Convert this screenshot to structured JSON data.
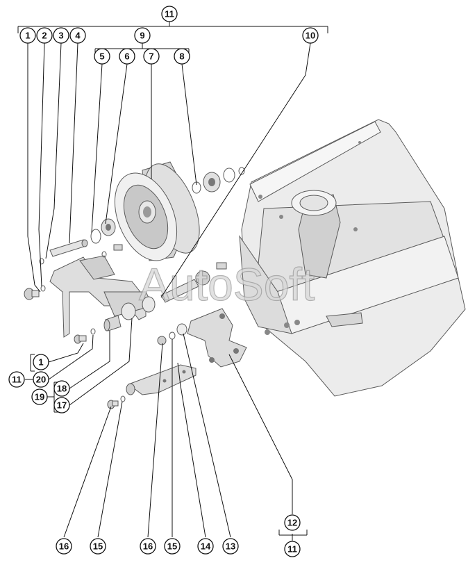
{
  "watermark": "AutoSoft",
  "callouts": {
    "c11_top": "11",
    "c1_top": "1",
    "c2": "2",
    "c3": "3",
    "c4": "4",
    "c9": "9",
    "c10": "10",
    "c5": "5",
    "c6": "6",
    "c7": "7",
    "c8": "8",
    "c1_bottom": "1",
    "c11_left": "11",
    "c20": "20",
    "c18": "18",
    "c19": "19",
    "c17": "17",
    "c16_a": "16",
    "c15_a": "15",
    "c16_b": "16",
    "c15_b": "15",
    "c14": "14",
    "c13": "13",
    "c12": "12",
    "c11_bottom": "11"
  }
}
